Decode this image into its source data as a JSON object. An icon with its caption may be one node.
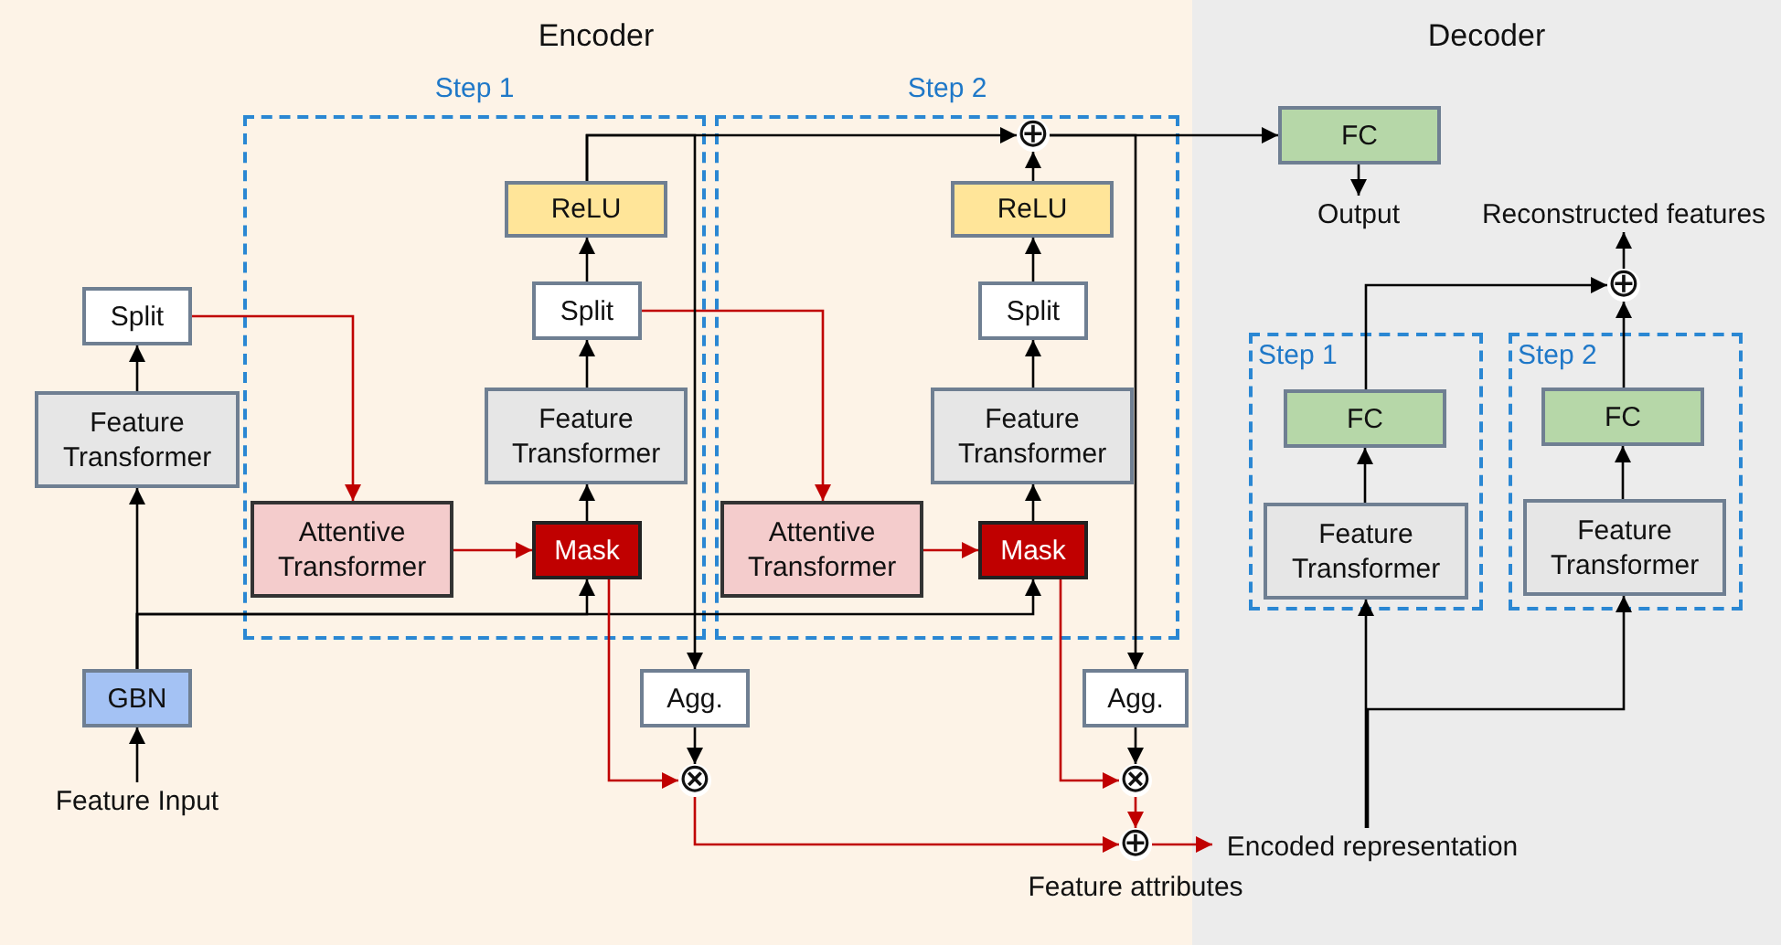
{
  "diagram": {
    "nodes": [
      {
        "text": [
          "Encoder"
        ]
      },
      {
        "text": [
          "Decoder"
        ]
      },
      {
        "text": [
          "Step 1"
        ],
        "in": 0
      },
      {
        "text": [
          "Step 2"
        ],
        "in": 0
      },
      {
        "text": [
          "Split"
        ],
        "in": 0
      },
      {
        "text": [
          "Feature Transformer"
        ],
        "in": 0
      },
      {
        "text": [
          "GBN"
        ],
        "in": 0
      },
      {
        "text": [
          "Feature Input"
        ],
        "in": 0
      },
      {
        "text": [
          "ReLU"
        ],
        "in": 2
      },
      {
        "text": [
          "Split"
        ],
        "in": 2
      },
      {
        "text": [
          "Feature Transformer"
        ],
        "in": 2
      },
      {
        "text": [
          "Attentive Transformer"
        ],
        "in": 2
      },
      {
        "text": [
          "Mask"
        ],
        "in": 2
      },
      {
        "text": [
          "Attentive Transformer"
        ],
        "in": 3
      },
      {
        "text": [
          "Mask"
        ],
        "in": 3
      },
      {
        "text": [
          "Feature Transformer"
        ],
        "in": 3
      },
      {
        "text": [
          "Split"
        ],
        "in": 3
      },
      {
        "text": [
          "ReLU"
        ],
        "in": 3
      },
      {
        "text": [
          "⊕"
        ],
        "in": 3
      },
      {
        "text": [
          "Agg."
        ],
        "in": 0
      },
      {
        "text": [
          "Agg."
        ],
        "in": 0
      },
      {
        "text": [
          "⊗"
        ],
        "in": 0
      },
      {
        "text": [
          "⊗"
        ],
        "in": 0
      },
      {
        "text": [
          "⊕"
        ],
        "in": 0,
        "beside": [
          "Feature attributes"
        ]
      },
      {
        "text": [
          "FC"
        ],
        "in": 1
      },
      {
        "text": [
          "Output"
        ],
        "in": 1
      },
      {
        "text": [
          "Reconstructed features"
        ],
        "in": 1
      },
      {
        "text": [
          "⊕"
        ],
        "in": 1
      },
      {
        "text": [
          "Step 1"
        ],
        "in": 1
      },
      {
        "text": [
          "Step 2"
        ],
        "in": 1
      },
      {
        "text": [
          "FC"
        ],
        "in": 28
      },
      {
        "text": [
          "Feature Transformer"
        ],
        "in": 28
      },
      {
        "text": [
          "FC"
        ],
        "in": 29
      },
      {
        "text": [
          "Feature Transformer"
        ],
        "in": 29
      },
      {
        "text": [
          "Encoded representation"
        ],
        "in": 1
      }
    ],
    "edges": [
      {
        "from": 7,
        "to": 6,
        "arrow": "to"
      },
      {
        "from": 6,
        "to": 5,
        "arrow": "to"
      },
      {
        "from": 6,
        "to": 12,
        "arrow": "to"
      },
      {
        "from": 6,
        "to": 14,
        "arrow": "to"
      },
      {
        "from": 5,
        "to": 4,
        "arrow": "to"
      },
      {
        "from": 4,
        "to": 11,
        "arrow": "to",
        "color": "#c00000"
      },
      {
        "from": 11,
        "to": 12,
        "arrow": "to",
        "color": "#c00000"
      },
      {
        "from": 12,
        "to": 10,
        "arrow": "to"
      },
      {
        "from": 10,
        "to": 9,
        "arrow": "to"
      },
      {
        "from": 9,
        "to": 8,
        "arrow": "to"
      },
      {
        "from": 9,
        "to": 13,
        "arrow": "to",
        "color": "#c00000"
      },
      {
        "from": 8,
        "to": 18,
        "arrow": "to"
      },
      {
        "from": 8,
        "to": 19,
        "arrow": "to"
      },
      {
        "from": 13,
        "to": 14,
        "arrow": "to",
        "color": "#c00000"
      },
      {
        "from": 14,
        "to": 15,
        "arrow": "to"
      },
      {
        "from": 15,
        "to": 16,
        "arrow": "to"
      },
      {
        "from": 16,
        "to": 17,
        "arrow": "to"
      },
      {
        "from": 17,
        "to": 18,
        "arrow": "to"
      },
      {
        "from": 18,
        "to": 24,
        "arrow": "to"
      },
      {
        "from": 18,
        "to": 20,
        "arrow": "to"
      },
      {
        "from": 19,
        "to": 21,
        "arrow": "to"
      },
      {
        "from": 12,
        "to": 21,
        "arrow": "to",
        "color": "#c00000"
      },
      {
        "from": 20,
        "to": 22,
        "arrow": "to"
      },
      {
        "from": 14,
        "to": 22,
        "arrow": "to",
        "color": "#c00000"
      },
      {
        "from": 22,
        "to": 23,
        "arrow": "to",
        "color": "#c00000"
      },
      {
        "from": 21,
        "to": 23,
        "arrow": "to",
        "color": "#c00000"
      },
      {
        "from": 23,
        "to": 34,
        "arrow": "to",
        "color": "#c00000"
      },
      {
        "from": 24,
        "to": 25,
        "arrow": "to"
      },
      {
        "from": 34,
        "to": 31,
        "arrow": "to"
      },
      {
        "from": 34,
        "to": 33,
        "arrow": "to"
      },
      {
        "from": 31,
        "to": 30,
        "arrow": "to"
      },
      {
        "from": 33,
        "to": 32,
        "arrow": "to"
      },
      {
        "from": 30,
        "to": 27,
        "arrow": "to"
      },
      {
        "from": 32,
        "to": 27,
        "arrow": "to"
      },
      {
        "from": 27,
        "to": 26,
        "arrow": "to"
      }
    ]
  }
}
